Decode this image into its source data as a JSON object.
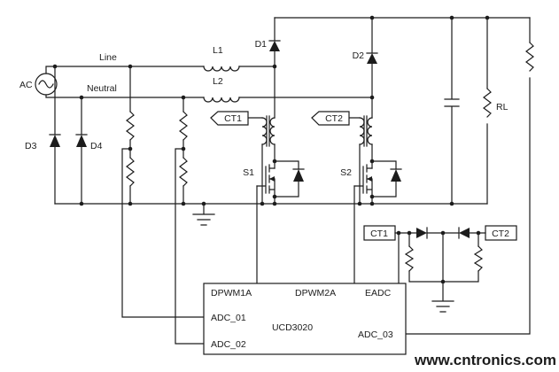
{
  "schematic": {
    "ac": "AC",
    "line": "Line",
    "neutral": "Neutral",
    "l1": "L1",
    "l2": "L2",
    "d1": "D1",
    "d2": "D2",
    "d3": "D3",
    "d4": "D4",
    "ct1": "CT1",
    "ct2": "CT2",
    "s1": "S1",
    "s2": "S2",
    "rl": "RL",
    "sense_ct1": "CT1",
    "sense_ct2": "CT2",
    "controller": {
      "part": "UCD3020",
      "dpwm1a": "DPWM1A",
      "dpwm2a": "DPWM2A",
      "eadc": "EADC",
      "adc01": "ADC_01",
      "adc02": "ADC_02",
      "adc03": "ADC_03"
    }
  },
  "watermark": {
    "text": "www.cntronics.com",
    "color": "#aecb37"
  },
  "colors": {
    "wire": "#1c1c1c",
    "background": "#ffffff"
  }
}
